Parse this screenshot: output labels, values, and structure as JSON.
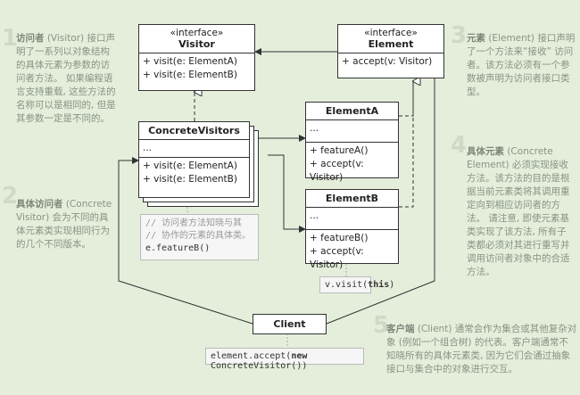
{
  "steps": [
    "1",
    "2",
    "3",
    "4",
    "5"
  ],
  "notes": {
    "n1": "访问者 (Visitor) 接口声明了一系列以对象结构的具体元素为参数的访问者方法。 如果编程语言支持重载, 这些方法的名称可以是相同的, 但是其参数一定是不同的。",
    "n1_bold": "访问者",
    "n2": "具体访问者 (Concrete Visitor) 会为不同的具体元素类实现相同行为的几个不同版本。",
    "n2_bold": "具体访问者",
    "n3": "元素 (Element) 接口声明了一个方法来“接收” 访问者。该方法必须有一个参数被声明为访问者接口类型。",
    "n3_bold": "元素",
    "n4": "具体元素 (Concrete Element) 必须实现接收方法。该方法的目的是根据当前元素类将其调用重定向到相应访问者的方法。 请注意, 即使元素基类实现了该方法, 所有子类都必须对其进行重写并调用访问者对象中的合适方法。",
    "n4_bold": "具体元素",
    "n5": "客户端 (Client) 通常会作为集合或其他复杂对象 (例如一个组合树) 的代表。客户端通常不知晓所有的具体元素类, 因为它们会通过抽象接口与集合中的对象进行交互。",
    "n5_bold": "客户端"
  },
  "visitor": {
    "stereotype": "«interface»",
    "title": "Visitor",
    "methods": [
      "+ visit(e: ElementA)",
      "+ visit(e: ElementB)"
    ]
  },
  "element": {
    "stereotype": "«interface»",
    "title": "Element",
    "methods": [
      "+ accept(v: Visitor)"
    ]
  },
  "concrete_visitors": {
    "title": "ConcreteVisitors",
    "fields": "...",
    "methods": [
      "+ visit(e: ElementA)",
      "+ visit(e: ElementB)"
    ]
  },
  "element_a": {
    "title": "ElementA",
    "fields": "...",
    "methods": [
      "+ featureA()",
      "+ accept(v: Visitor)"
    ]
  },
  "element_b": {
    "title": "ElementB",
    "fields": "...",
    "methods": [
      "+ featureB()",
      "+ accept(v: Visitor)"
    ]
  },
  "client": {
    "title": "Client"
  },
  "code_visitor": {
    "comment1": "// 访问者方法知晓与其",
    "comment2": "// 协作的元素的具体类。",
    "line": "e.featureB()"
  },
  "code_accept": {
    "pre": "v.visit(",
    "kw": "this",
    "post": ")"
  },
  "code_client": {
    "pre": "element.accept(",
    "kw": "new",
    "post": " ConcreteVisitor())"
  }
}
